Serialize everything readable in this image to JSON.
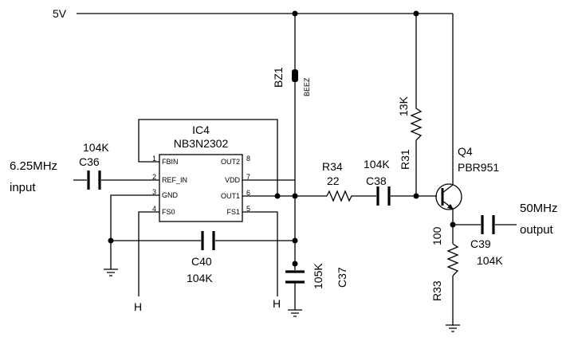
{
  "diagram": {
    "rail": {
      "name": "5V"
    },
    "ic": {
      "ref": "IC4",
      "part": "NB3N2302",
      "left_pins": [
        {
          "num": "1",
          "name": "FBIN"
        },
        {
          "num": "2",
          "name": "REF_IN"
        },
        {
          "num": "3",
          "name": "GND"
        },
        {
          "num": "4",
          "name": "FS0"
        }
      ],
      "right_pins": [
        {
          "num": "8",
          "name": "OUT2"
        },
        {
          "num": "7",
          "name": "VDD"
        },
        {
          "num": "6",
          "name": "OUT1"
        },
        {
          "num": "5",
          "name": "FS1"
        }
      ]
    },
    "input": {
      "freq": "6.25MHz",
      "label": "input"
    },
    "output": {
      "freq": "50MHz",
      "label": "output"
    },
    "components": {
      "c36": {
        "ref": "C36",
        "value": "104K"
      },
      "c38": {
        "ref": "C38",
        "value": "104K"
      },
      "c39": {
        "ref": "C39",
        "value": "104K"
      },
      "c40": {
        "ref": "C40",
        "value": "104K"
      },
      "c37": {
        "ref": "C37",
        "value": "105K"
      },
      "r34": {
        "ref": "R34",
        "value": "22"
      },
      "r31": {
        "ref": "R31",
        "value": "13K"
      },
      "r33": {
        "ref": "R33",
        "value": "100"
      },
      "bz1": {
        "ref": "BZ1",
        "value": "BEEZ"
      },
      "q4": {
        "ref": "Q4",
        "part": "PBR951"
      }
    },
    "h_labels": {
      "fs0": "H",
      "fs1": "H"
    }
  }
}
